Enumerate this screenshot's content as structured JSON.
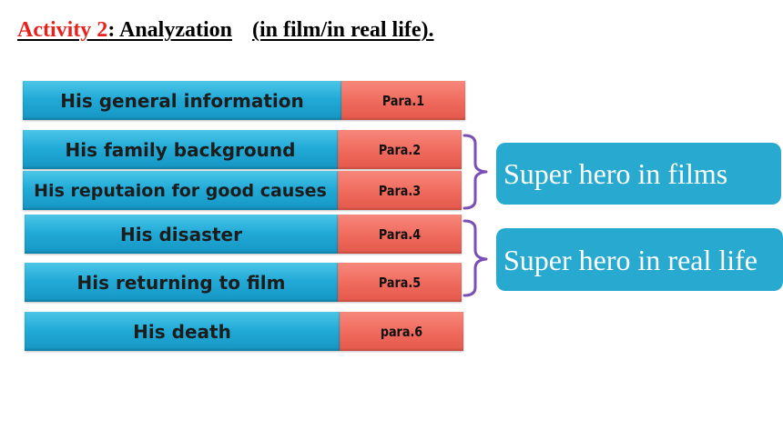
{
  "title": {
    "activity": "Activity 2",
    "rest": ": Analyzation",
    "scope": "(in film/in real life)."
  },
  "rows": [
    {
      "label": "His general information",
      "para": "Para.1"
    },
    {
      "label": "His family background",
      "para": "Para.2"
    },
    {
      "label": "His reputaion for good causes",
      "para": "Para.3"
    },
    {
      "label": "His disaster",
      "para": "Para.4"
    },
    {
      "label": "His returning to film",
      "para": "Para.5"
    },
    {
      "label": "His death",
      "para": "para.6"
    }
  ],
  "groups": [
    {
      "label": "Super hero in  films"
    },
    {
      "label": "Super hero in real life"
    }
  ],
  "colors": {
    "label_blue": "#22abd8",
    "para_red": "#ef6a5c",
    "box_blue": "#28a9cf",
    "brace_purple": "#7b4fb3",
    "activity_red": "#e8211d"
  }
}
